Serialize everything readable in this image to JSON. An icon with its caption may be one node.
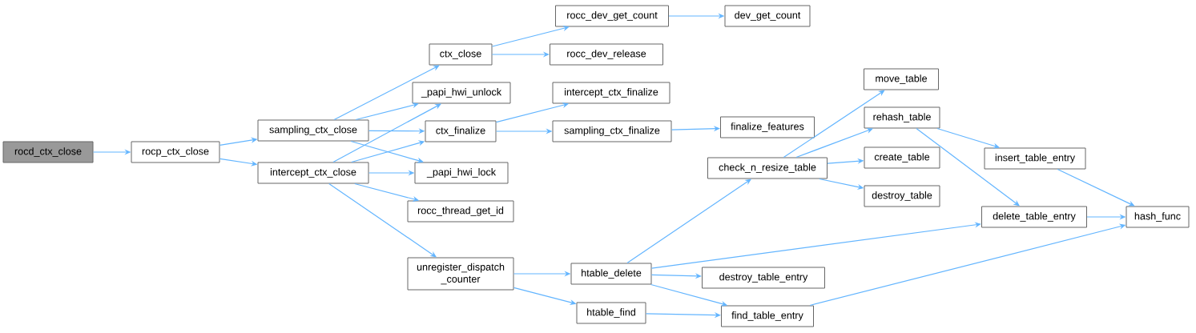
{
  "diagram": {
    "nodes": [
      {
        "text": [
          "rocd_ctx_close"
        ]
      },
      {
        "text": [
          "rocp_ctx_close"
        ]
      },
      {
        "text": [
          "sampling_ctx_close"
        ]
      },
      {
        "text": [
          "intercept_ctx_close"
        ]
      },
      {
        "text": [
          "ctx_close"
        ]
      },
      {
        "text": [
          "_papi_hwi_unlock"
        ]
      },
      {
        "text": [
          "ctx_finalize"
        ]
      },
      {
        "text": [
          "_papi_hwi_lock"
        ]
      },
      {
        "text": [
          "rocc_thread_get_id"
        ]
      },
      {
        "text": [
          "unregister_dispatch _counter"
        ]
      },
      {
        "text": [
          "rocc_dev_get_count"
        ]
      },
      {
        "text": [
          "rocc_dev_release"
        ]
      },
      {
        "text": [
          "intercept_ctx_finalize"
        ]
      },
      {
        "text": [
          "sampling_ctx_finalize"
        ]
      },
      {
        "text": [
          "dev_get_count"
        ]
      },
      {
        "text": [
          "finalize_features"
        ]
      },
      {
        "text": [
          "htable_delete"
        ]
      },
      {
        "text": [
          "htable_find"
        ]
      },
      {
        "text": [
          "check_n_resize_table"
        ]
      },
      {
        "text": [
          "destroy_table_entry"
        ]
      },
      {
        "text": [
          "find_table_entry"
        ]
      },
      {
        "text": [
          "move_table"
        ]
      },
      {
        "text": [
          "rehash_table"
        ]
      },
      {
        "text": [
          "create_table"
        ]
      },
      {
        "text": [
          "destroy_table"
        ]
      },
      {
        "text": [
          "delete_table_entry"
        ]
      },
      {
        "text": [
          "insert_table_entry"
        ]
      },
      {
        "text": [
          "hash_func"
        ]
      }
    ],
    "edges": [
      {
        "from": 0,
        "to": 1,
        "arrow": "to"
      },
      {
        "from": 1,
        "to": 2,
        "arrow": "to"
      },
      {
        "from": 1,
        "to": 3,
        "arrow": "to"
      },
      {
        "from": 2,
        "to": 4,
        "arrow": "to"
      },
      {
        "from": 2,
        "to": 5,
        "arrow": "to"
      },
      {
        "from": 2,
        "to": 6,
        "arrow": "to"
      },
      {
        "from": 2,
        "to": 7,
        "arrow": "to"
      },
      {
        "from": 3,
        "to": 5,
        "arrow": "to"
      },
      {
        "from": 3,
        "to": 6,
        "arrow": "to"
      },
      {
        "from": 3,
        "to": 7,
        "arrow": "to"
      },
      {
        "from": 3,
        "to": 8,
        "arrow": "to"
      },
      {
        "from": 3,
        "to": 9,
        "arrow": "to"
      },
      {
        "from": 4,
        "to": 10,
        "arrow": "to"
      },
      {
        "from": 4,
        "to": 11,
        "arrow": "to"
      },
      {
        "from": 10,
        "to": 14,
        "arrow": "to"
      },
      {
        "from": 6,
        "to": 12,
        "arrow": "to"
      },
      {
        "from": 6,
        "to": 13,
        "arrow": "to"
      },
      {
        "from": 13,
        "to": 15,
        "arrow": "to"
      },
      {
        "from": 9,
        "to": 16,
        "arrow": "to"
      },
      {
        "from": 9,
        "to": 17,
        "arrow": "to"
      },
      {
        "from": 16,
        "to": 18,
        "arrow": "to"
      },
      {
        "from": 16,
        "to": 25,
        "arrow": "to"
      },
      {
        "from": 16,
        "to": 19,
        "arrow": "to"
      },
      {
        "from": 16,
        "to": 20,
        "arrow": "to"
      },
      {
        "from": 17,
        "to": 20,
        "arrow": "to"
      },
      {
        "from": 18,
        "to": 21,
        "arrow": "to"
      },
      {
        "from": 18,
        "to": 22,
        "arrow": "to"
      },
      {
        "from": 18,
        "to": 23,
        "arrow": "to"
      },
      {
        "from": 18,
        "to": 24,
        "arrow": "to"
      },
      {
        "from": 22,
        "to": 26,
        "arrow": "to"
      },
      {
        "from": 22,
        "to": 25,
        "arrow": "to"
      },
      {
        "from": 26,
        "to": 27,
        "arrow": "to"
      },
      {
        "from": 25,
        "to": 27,
        "arrow": "to"
      },
      {
        "from": 20,
        "to": 27,
        "arrow": "to"
      }
    ]
  }
}
